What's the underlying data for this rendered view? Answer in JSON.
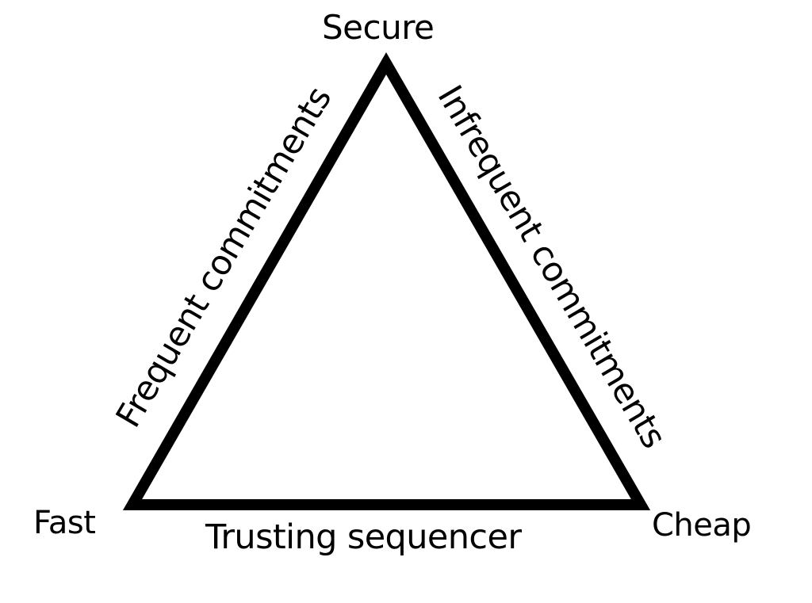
{
  "diagram": {
    "type": "triangle-tradeoff",
    "vertices": {
      "top": "Secure",
      "bottom_left": "Fast",
      "bottom_right": "Cheap"
    },
    "edges": {
      "left": "Frequent commitments",
      "right": "Infrequent commitments",
      "bottom": "Trusting sequencer"
    },
    "colors": {
      "stroke": "#000000",
      "text": "#000000",
      "background": "#ffffff"
    }
  }
}
